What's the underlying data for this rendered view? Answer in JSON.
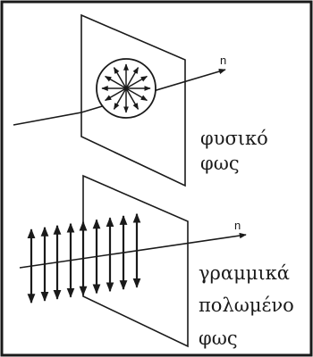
{
  "top_panel": {
    "axis_label": "n",
    "caption_line1": "φυσικό",
    "caption_line2": "φως"
  },
  "bottom_panel": {
    "axis_label": "n",
    "caption_line1": "γραμμικά",
    "caption_line2": "πολωμένο",
    "caption_line3": "φως"
  },
  "colors": {
    "stroke": "#1a1a1a",
    "background": "#ffffff"
  }
}
